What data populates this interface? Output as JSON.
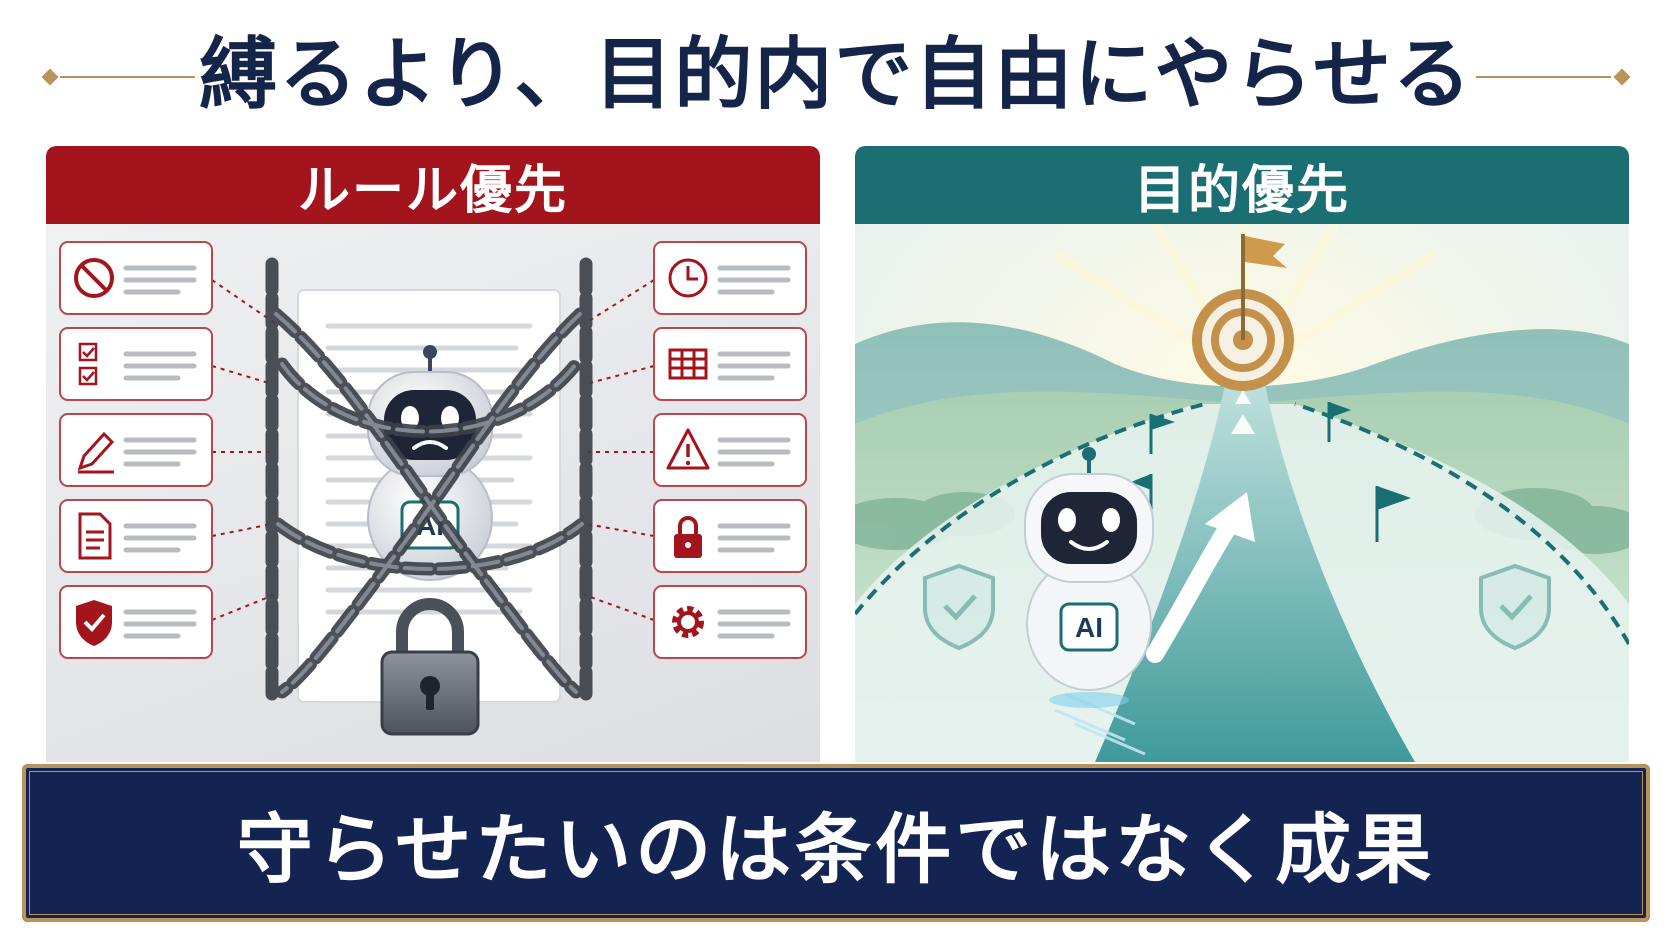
{
  "title": "縛るより、目的内で自由にやらせる",
  "left_panel": {
    "header": "ルール優先",
    "robot_label": "AI",
    "rule_icons_left": [
      "prohibited-icon",
      "checklist-icon",
      "pencil-icon",
      "document-icon",
      "shield-check-icon"
    ],
    "rule_icons_right": [
      "clock-icon",
      "grid-icon",
      "warning-icon",
      "lock-icon",
      "gear-icon"
    ]
  },
  "right_panel": {
    "header": "目的優先",
    "robot_label": "AI"
  },
  "bottom_banner": "守らせたいのは条件ではなく成果",
  "colors": {
    "navy": "#132452",
    "gold": "#b8935a",
    "rule_red": "#a3141d",
    "goal_teal": "#1b6f72"
  }
}
